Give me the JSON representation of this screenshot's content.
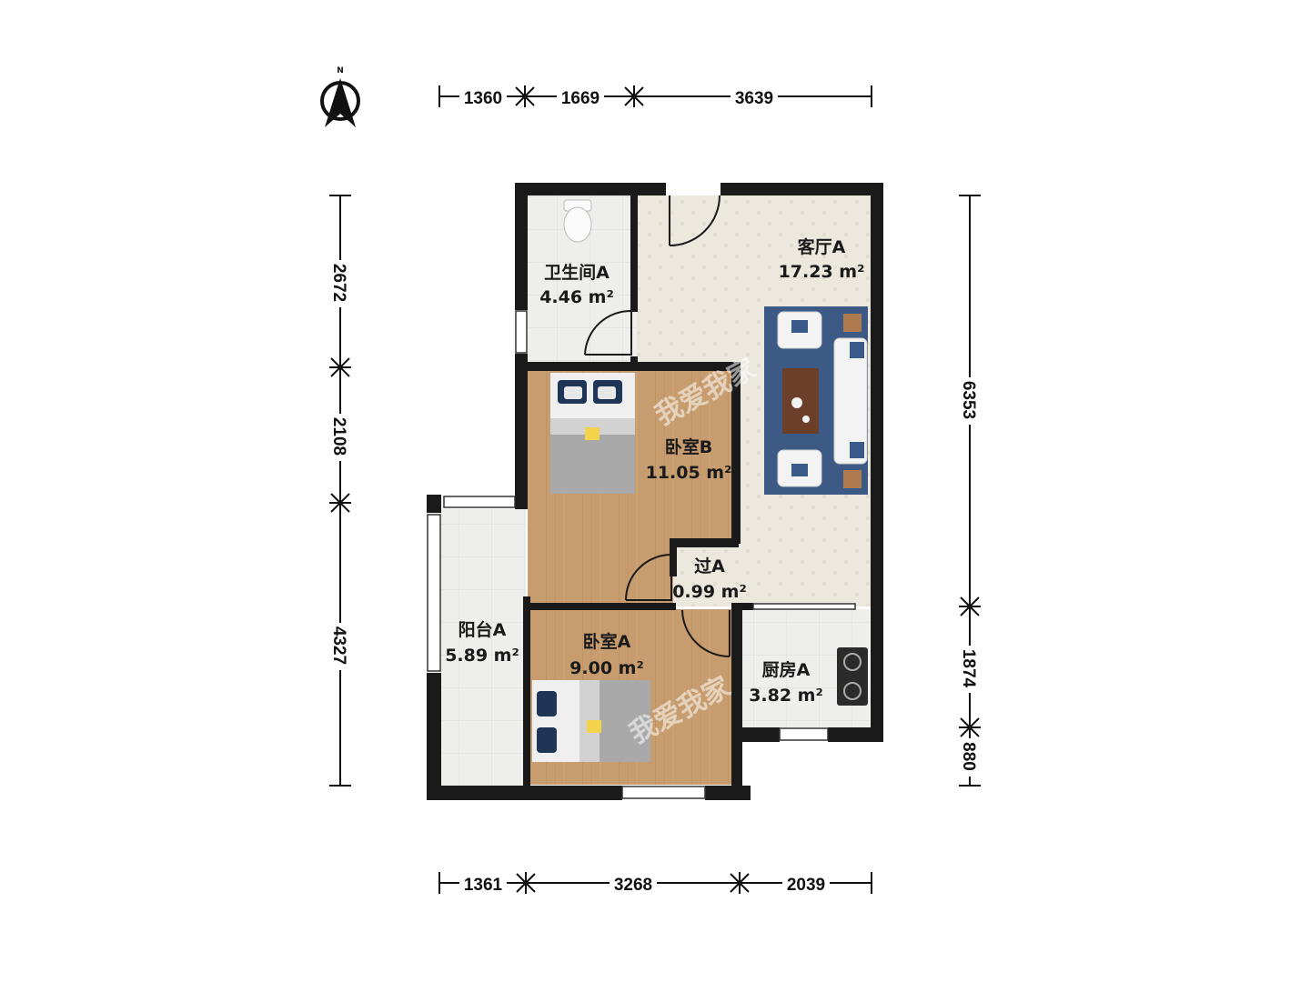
{
  "compass": {
    "label": "N",
    "icon": "north-arrow-icon"
  },
  "dimensions": {
    "top": [
      "1360",
      "1669",
      "3639"
    ],
    "bottom": [
      "1361",
      "3268",
      "2039"
    ],
    "left": [
      "2672",
      "2108",
      "4327"
    ],
    "right": [
      "6353",
      "1874",
      "880"
    ]
  },
  "rooms": {
    "bathroom": {
      "name": "卫生间A",
      "area": "4.46 m²"
    },
    "living": {
      "name": "客厅A",
      "area": "17.23 m²"
    },
    "bedroom_b": {
      "name": "卧室B",
      "area": "11.05 m²"
    },
    "passage": {
      "name": "过A",
      "area": "0.99 m²"
    },
    "balcony": {
      "name": "阳台A",
      "area": "5.89 m²"
    },
    "bedroom_a": {
      "name": "卧室A",
      "area": "9.00 m²"
    },
    "kitchen": {
      "name": "厨房A",
      "area": "3.82 m²"
    }
  },
  "watermark": "我爱我家",
  "colors": {
    "wall": "#1a1a1a",
    "wood_floor": "#c49a6c",
    "tile_floor": "#ecebe6",
    "living_floor": "#ebe7dd",
    "rug": "#3d5a86",
    "dim_line": "#111111"
  }
}
